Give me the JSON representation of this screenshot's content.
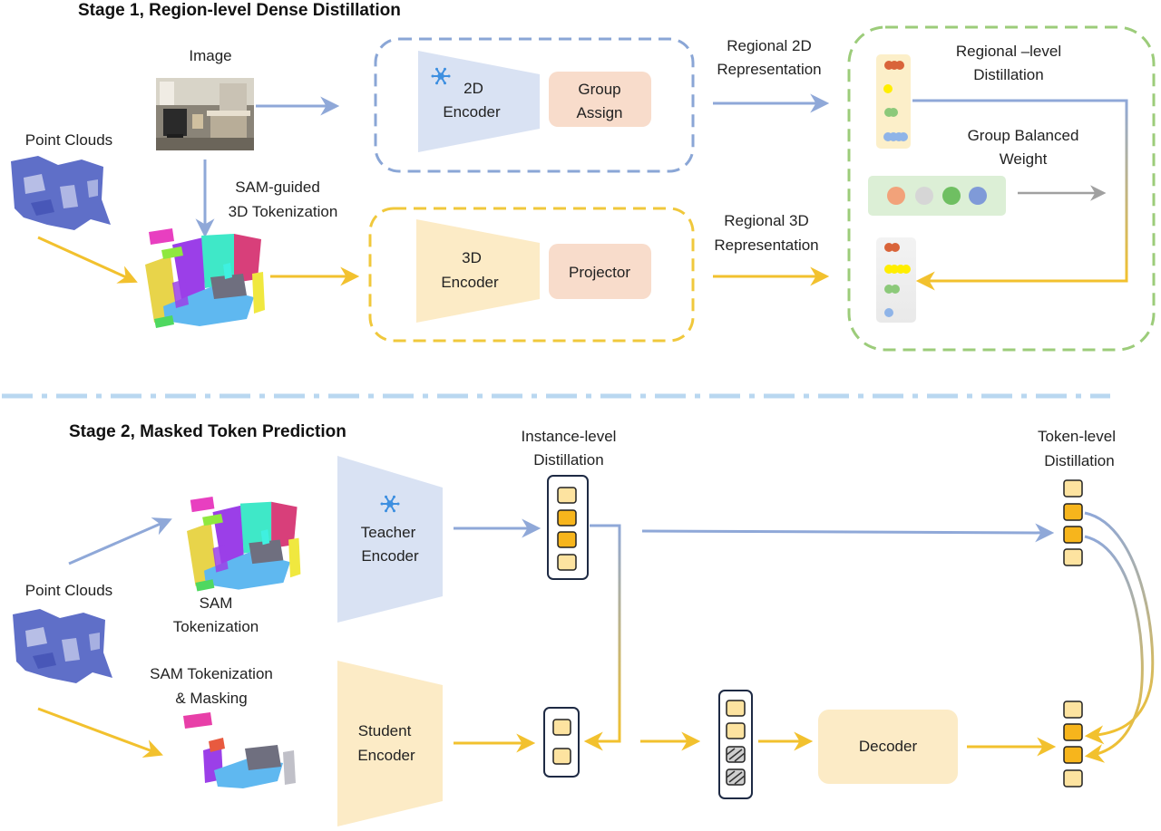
{
  "stage1": {
    "title": "Stage 1, Region-level Dense Distillation",
    "image_label": "Image",
    "point_clouds_label": "Point Clouds",
    "tokenization_line1": "SAM-guided",
    "tokenization_line2": "3D Tokenization",
    "encoder2d_line1": "2D",
    "encoder2d_line2": "Encoder",
    "group_assign_line1": "Group",
    "group_assign_line2": "Assign",
    "encoder3d_line1": "3D",
    "encoder3d_line2": "Encoder",
    "projector": "Projector",
    "regional2d_line1": "Regional 2D",
    "regional2d_line2": "Representation",
    "regional3d_line1": "Regional 3D",
    "regional3d_line2": "Representation",
    "distill_line1": "Regional –level",
    "distill_line2": "Distillation",
    "gbw_line1": "Group Balanced",
    "gbw_line2": "Weight"
  },
  "stage2": {
    "title": "Stage 2, Masked Token Prediction",
    "point_clouds_label": "Point Clouds",
    "sam_tok_line1": "SAM",
    "sam_tok_line2": "Tokenization",
    "sam_mask_line1": "SAM Tokenization",
    "sam_mask_line2": "& Masking",
    "teacher_line1": "Teacher",
    "teacher_line2": "Encoder",
    "student_line1": "Student",
    "student_line2": "Encoder",
    "instance_line1": "Instance-level",
    "instance_line2": "Distillation",
    "token_line1": "Token-level",
    "token_line2": "Distillation",
    "decoder": "Decoder"
  },
  "colors": {
    "blue_arrow": "#8fa8d8",
    "yellow_arrow": "#f2c12e",
    "gray_arrow": "#a0a0a0",
    "encoder_blue": "#d9e2f3",
    "encoder_yellow": "#fcebc6",
    "module_peach": "#f8dccb",
    "green_dash": "#9ccc7a",
    "blue_dash": "#8aa6d6",
    "yellow_dash": "#f0c83c",
    "token_yellow": "#fde3a0",
    "token_orange": "#f7b51c",
    "snowflake": "#3d8fe0"
  },
  "icons": [
    "snowflake-icon"
  ]
}
